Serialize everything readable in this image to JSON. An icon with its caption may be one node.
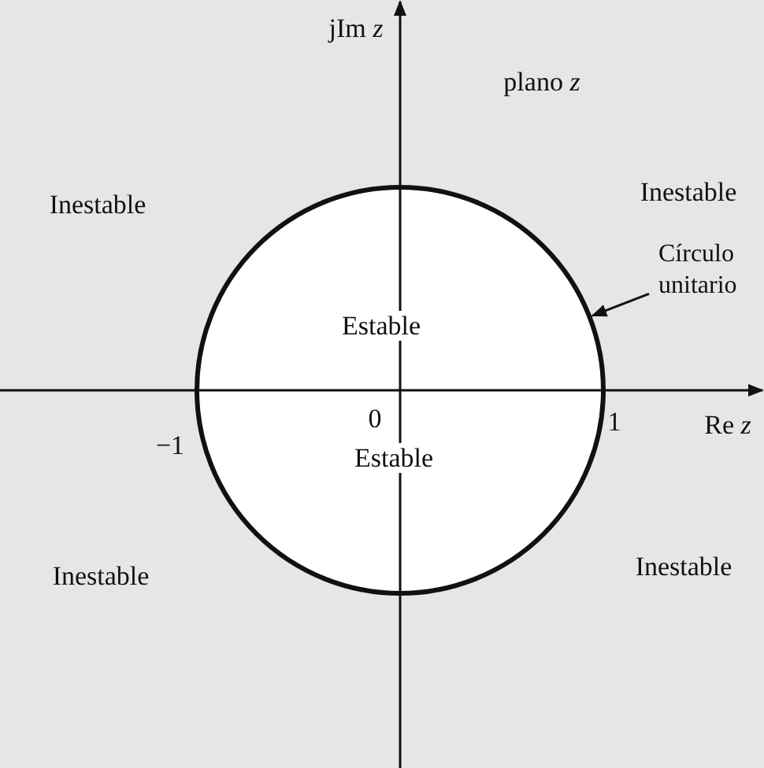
{
  "diagram": {
    "nodes": [
      {
        "text": [
          "Círculo unitario"
        ]
      },
      {
        "text": [],
        "shape": "circle"
      }
    ],
    "edges": [
      {
        "from": 0,
        "to": 1,
        "arrow": "to"
      }
    ],
    "labels": [
      "jIm *z*",
      "plano *z*",
      "Inestable",
      "Inestable",
      "Estable",
      "−1",
      "0",
      "1",
      "Re *z*",
      "Estable",
      "Inestable",
      "Inestable"
    ]
  }
}
